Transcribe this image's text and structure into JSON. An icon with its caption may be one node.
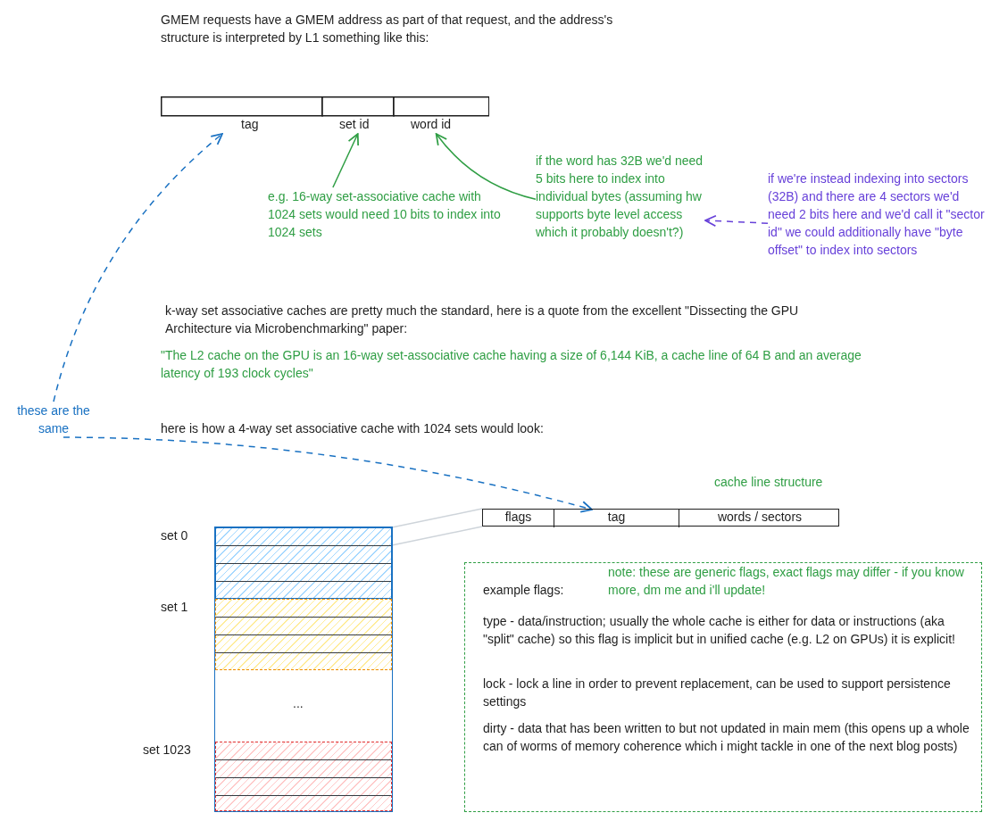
{
  "diagram": {
    "nodes": [
      {
        "text": [
          "tag"
        ]
      },
      {
        "text": [
          "set id"
        ]
      },
      {
        "text": [
          "word id"
        ]
      },
      {
        "text": [
          "e.g. 16-way set-associative cache with 1024 sets would need 10 bits to index into 1024 sets"
        ]
      },
      {
        "text": [
          "if the word has 32B we'd need 5 bits here to index into individual bytes (assuming hw supports byte level access which it probably doesn't?)"
        ]
      },
      {
        "text": [
          "if we're instead indexing into sectors (32B) and there are 4 sectors we'd need 2 bits here and we'd call it \"sector id\" we could additionally have \"byte offset\" to index into sectors"
        ]
      },
      {
        "text": [
          "these are the same"
        ]
      },
      {
        "text": [],
        "shape": "box"
      },
      {
        "text": [
          "flags"
        ],
        "in": 7
      },
      {
        "text": [
          "tag"
        ],
        "in": 7
      },
      {
        "text": [
          "words / sectors"
        ],
        "in": 7
      },
      {
        "text": [],
        "shape": "box"
      },
      {
        "text": [],
        "shape": "box",
        "beside": [
          "set 0"
        ],
        "in": 11
      },
      {
        "text": [],
        "shape": "box",
        "beside": [
          "set 1"
        ],
        "in": 11
      },
      {
        "text": [],
        "shape": "box",
        "beside": [
          "set 1023"
        ],
        "in": 11
      },
      {
        "text": [
          "example flags:",
          "note: these are generic flags, exact flags may differ - if you know more, dm me and i'll update!",
          "type - data/instruction; usually the whole cache is either for data or instructions (aka \"split\" cache) so this flag is implicit but in unified cache (e.g. L2 on GPUs) it is explicit!",
          "lock - lock a line in order to prevent replacement, can be used to support persistence settings",
          "dirty - data that has been written to but not updated in main mem (this opens up a whole can of worms of memory coherence which i might tackle in one of the next blog posts)"
        ]
      }
    ],
    "edges": [
      {
        "from": 3,
        "to": 1,
        "arrow": "to",
        "color": "#2f9e44"
      },
      {
        "from": 4,
        "to": 2,
        "arrow": "to",
        "color": "#2f9e44"
      },
      {
        "from": 5,
        "to": 4,
        "arrow": "to",
        "style": "dashed",
        "color": "#6741d9"
      },
      {
        "from": 6,
        "to": 0,
        "arrow": "to",
        "style": "dashed",
        "color": "#1971c2"
      },
      {
        "from": 6,
        "to": 9,
        "arrow": "to",
        "style": "dashed",
        "color": "#1971c2"
      },
      {
        "from": 12,
        "to": 7,
        "arrow": "none",
        "color": "#ced4da"
      },
      {
        "from": 12,
        "to": 7,
        "arrow": "none",
        "color": "#ced4da"
      }
    ],
    "labels": [
      "GMEM requests have a GMEM address as part of that request, and the address's structure is interpreted by L1 something like this:",
      "k-way set associative caches are pretty much the standard, here is a quote from the excellent \"Dissecting the GPU Architecture via Microbenchmarking\" paper:",
      "\"The L2 cache on the GPU is an 16-way set-associative cache having a size of 6,144 KiB, a cache line of 64 B and an average latency of 193 clock cycles\"",
      "here is how a 4-way set associative cache with 1024 sets would look:",
      "cache line structure",
      "..."
    ]
  }
}
